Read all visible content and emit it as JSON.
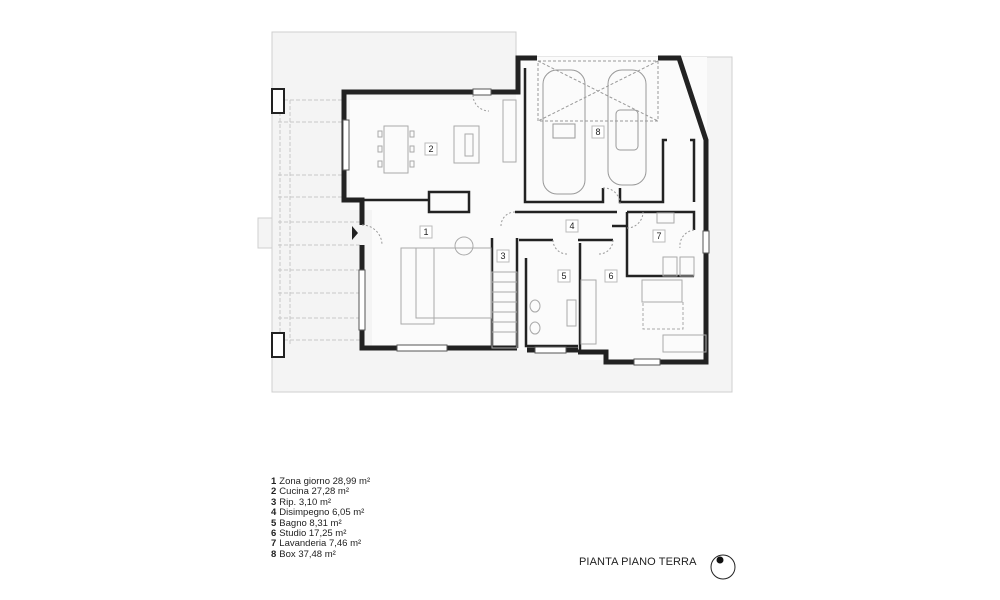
{
  "rooms": [
    {
      "number": "1",
      "name": "Zona giorno",
      "area": "28,99 m²"
    },
    {
      "number": "2",
      "name": "Cucina",
      "area": "27,28 m²"
    },
    {
      "number": "3",
      "name": "Rip.",
      "area": "3,10 m²"
    },
    {
      "number": "4",
      "name": "Disimpegno",
      "area": "6,05 m²"
    },
    {
      "number": "5",
      "name": "Bagno",
      "area": "8,31 m²"
    },
    {
      "number": "6",
      "name": "Studio",
      "area": "17,25 m²"
    },
    {
      "number": "7",
      "name": "Lavanderia",
      "area": "7,46 m²"
    },
    {
      "number": "8",
      "name": "Box",
      "area": "37,48 m²"
    }
  ],
  "title": "PIANTA PIANO TERRA",
  "north_symbol": "north-arrow-icon"
}
